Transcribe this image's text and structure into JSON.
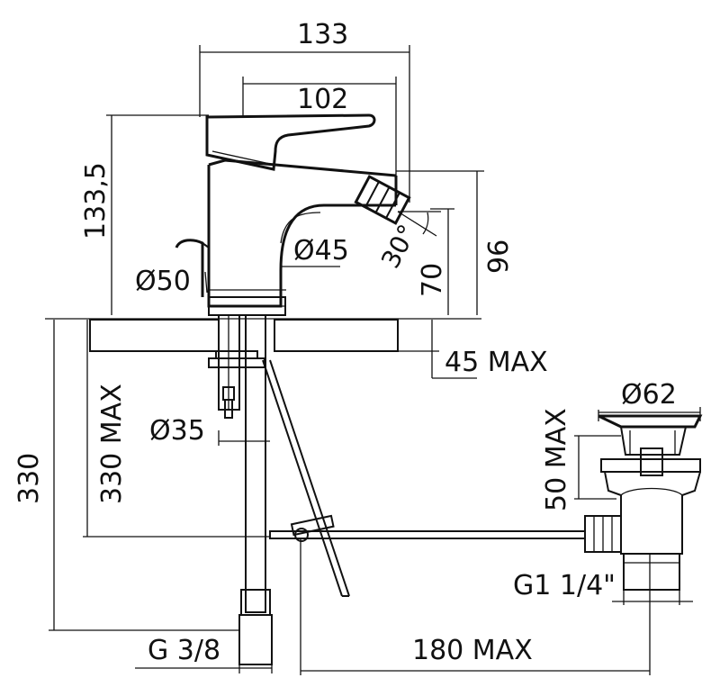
{
  "dimensions": {
    "width_overall": "133",
    "width_spout": "102",
    "height_overall": "133,5",
    "body_diameter": "Ø45",
    "base_diameter": "Ø50",
    "spray_angle": "30°",
    "spout_height": "70",
    "outlet_height": "96",
    "deck_thickness": "45 MAX",
    "hole_diameter": "Ø35",
    "below_deck_max": "330 MAX",
    "hose_length": "330",
    "waste_diameter": "Ø62",
    "waste_height": "50 MAX",
    "waste_thread": "G1 1/4\"",
    "hose_thread": "G 3/8",
    "pop_up_rod": "180 MAX"
  }
}
